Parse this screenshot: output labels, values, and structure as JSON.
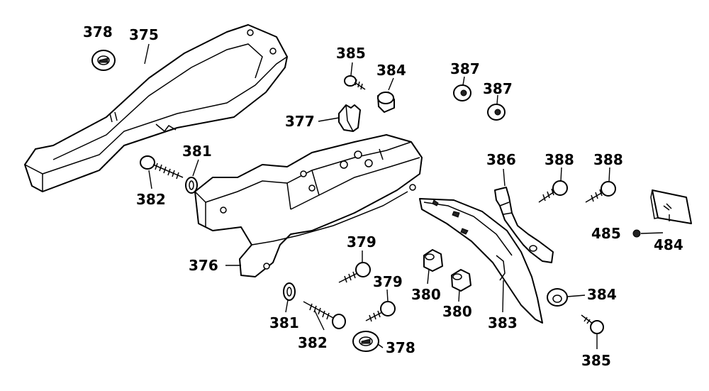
{
  "labels": {
    "p375": "375",
    "p378_top": "378",
    "p385_top": "385",
    "p384_top": "384",
    "p387_a": "387",
    "p387_b": "387",
    "p377": "377",
    "p381_top": "381",
    "p382_top": "382",
    "p386": "386",
    "p388_a": "388",
    "p388_b": "388",
    "p485": "485",
    "p484": "484",
    "p379_top": "379",
    "p376": "376",
    "p380_a": "380",
    "p380_b": "380",
    "p379_bottom": "379",
    "p381_bottom": "381",
    "p382_bottom": "382",
    "p378_bottom": "378",
    "p383": "383",
    "p384_bottom": "384",
    "p385_bottom": "385"
  }
}
